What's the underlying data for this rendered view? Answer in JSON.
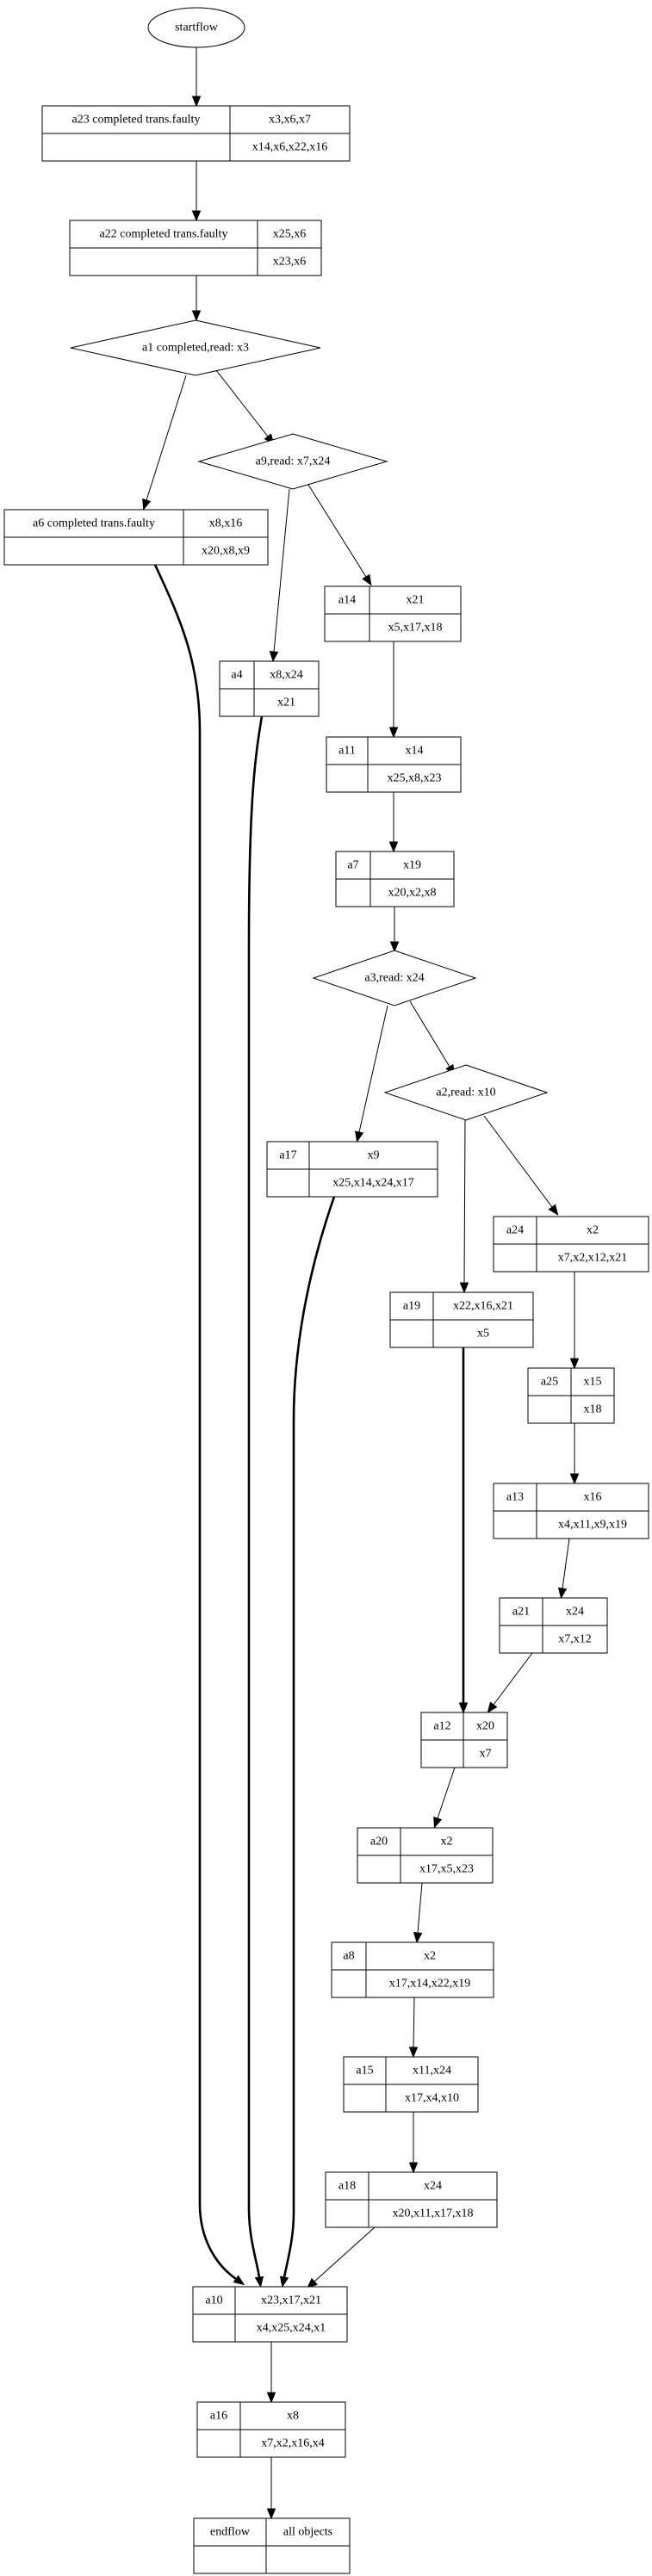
{
  "diagram": {
    "type": "flowchart",
    "start": {
      "id": "startflow",
      "label": "startflow"
    },
    "end": {
      "id": "endflow",
      "label": "endflow",
      "objects": "all objects",
      "bottom": ""
    },
    "nodes": [
      {
        "id": "a23",
        "shape": "record",
        "label": "a23 completed trans.faulty",
        "top": "x3,x6,x7",
        "bottom": "x14,x6,x22,x16"
      },
      {
        "id": "a22",
        "shape": "record",
        "label": "a22 completed trans.faulty",
        "top": "x25,x6",
        "bottom": "x23,x6"
      },
      {
        "id": "a1",
        "shape": "diamond",
        "label": "a1 completed,read: x3"
      },
      {
        "id": "a9",
        "shape": "diamond",
        "label": "a9,read: x7,x24"
      },
      {
        "id": "a6",
        "shape": "record",
        "label": "a6 completed trans.faulty",
        "top": "x8,x16",
        "bottom": "x20,x8,x9"
      },
      {
        "id": "a14",
        "shape": "record",
        "label": "a14",
        "top": "x21",
        "bottom": "x5,x17,x18"
      },
      {
        "id": "a4",
        "shape": "record",
        "label": "a4",
        "top": "x8,x24",
        "bottom": "x21"
      },
      {
        "id": "a11",
        "shape": "record",
        "label": "a11",
        "top": "x14",
        "bottom": "x25,x8,x23"
      },
      {
        "id": "a7",
        "shape": "record",
        "label": "a7",
        "top": "x19",
        "bottom": "x20,x2,x8"
      },
      {
        "id": "a3",
        "shape": "diamond",
        "label": "a3,read: x24"
      },
      {
        "id": "a2",
        "shape": "diamond",
        "label": "a2,read: x10"
      },
      {
        "id": "a17",
        "shape": "record",
        "label": "a17",
        "top": "x9",
        "bottom": "x25,x14,x24,x17"
      },
      {
        "id": "a24",
        "shape": "record",
        "label": "a24",
        "top": "x2",
        "bottom": "x7,x2,x12,x21"
      },
      {
        "id": "a19",
        "shape": "record",
        "label": "a19",
        "top": "x22,x16,x21",
        "bottom": "x5"
      },
      {
        "id": "a25",
        "shape": "record",
        "label": "a25",
        "top": "x15",
        "bottom": "x18"
      },
      {
        "id": "a13",
        "shape": "record",
        "label": "a13",
        "top": "x16",
        "bottom": "x4,x11,x9,x19"
      },
      {
        "id": "a21",
        "shape": "record",
        "label": "a21",
        "top": "x24",
        "bottom": "x7,x12"
      },
      {
        "id": "a12",
        "shape": "record",
        "label": "a12",
        "top": "x20",
        "bottom": "x7"
      },
      {
        "id": "a20",
        "shape": "record",
        "label": "a20",
        "top": "x2",
        "bottom": "x17,x5,x23"
      },
      {
        "id": "a8",
        "shape": "record",
        "label": "a8",
        "top": "x2",
        "bottom": "x17,x14,x22,x19"
      },
      {
        "id": "a15",
        "shape": "record",
        "label": "a15",
        "top": "x11,x24",
        "bottom": "x17,x4,x10"
      },
      {
        "id": "a18",
        "shape": "record",
        "label": "a18",
        "top": "x24",
        "bottom": "x20,x11,x17,x18"
      },
      {
        "id": "a10",
        "shape": "record",
        "label": "a10",
        "top": "x23,x17,x21",
        "bottom": "x4,x25,x24,x1"
      },
      {
        "id": "a16",
        "shape": "record",
        "label": "a16",
        "top": "x8",
        "bottom": "x7,x2,x16,x4"
      }
    ],
    "edges": [
      {
        "from": "startflow",
        "to": "a23",
        "style": "normal"
      },
      {
        "from": "a23",
        "to": "a22",
        "style": "normal"
      },
      {
        "from": "a22",
        "to": "a1",
        "style": "normal"
      },
      {
        "from": "a1",
        "to": "a6",
        "style": "normal"
      },
      {
        "from": "a1",
        "to": "a9",
        "style": "normal"
      },
      {
        "from": "a9",
        "to": "a4",
        "style": "normal"
      },
      {
        "from": "a9",
        "to": "a14",
        "style": "normal"
      },
      {
        "from": "a14",
        "to": "a11",
        "style": "normal"
      },
      {
        "from": "a11",
        "to": "a7",
        "style": "normal"
      },
      {
        "from": "a7",
        "to": "a3",
        "style": "normal"
      },
      {
        "from": "a3",
        "to": "a17",
        "style": "normal"
      },
      {
        "from": "a3",
        "to": "a2",
        "style": "normal"
      },
      {
        "from": "a2",
        "to": "a19",
        "style": "normal"
      },
      {
        "from": "a2",
        "to": "a24",
        "style": "normal"
      },
      {
        "from": "a24",
        "to": "a25",
        "style": "normal"
      },
      {
        "from": "a25",
        "to": "a13",
        "style": "normal"
      },
      {
        "from": "a13",
        "to": "a21",
        "style": "normal"
      },
      {
        "from": "a21",
        "to": "a12",
        "style": "normal"
      },
      {
        "from": "a19",
        "to": "a12",
        "style": "bold"
      },
      {
        "from": "a12",
        "to": "a20",
        "style": "normal"
      },
      {
        "from": "a20",
        "to": "a8",
        "style": "normal"
      },
      {
        "from": "a8",
        "to": "a15",
        "style": "normal"
      },
      {
        "from": "a15",
        "to": "a18",
        "style": "normal"
      },
      {
        "from": "a6",
        "to": "a10",
        "style": "bold"
      },
      {
        "from": "a4",
        "to": "a10",
        "style": "bold"
      },
      {
        "from": "a17",
        "to": "a10",
        "style": "bold"
      },
      {
        "from": "a18",
        "to": "a10",
        "style": "normal"
      },
      {
        "from": "a10",
        "to": "a16",
        "style": "normal"
      },
      {
        "from": "a16",
        "to": "endflow",
        "style": "normal"
      }
    ]
  }
}
